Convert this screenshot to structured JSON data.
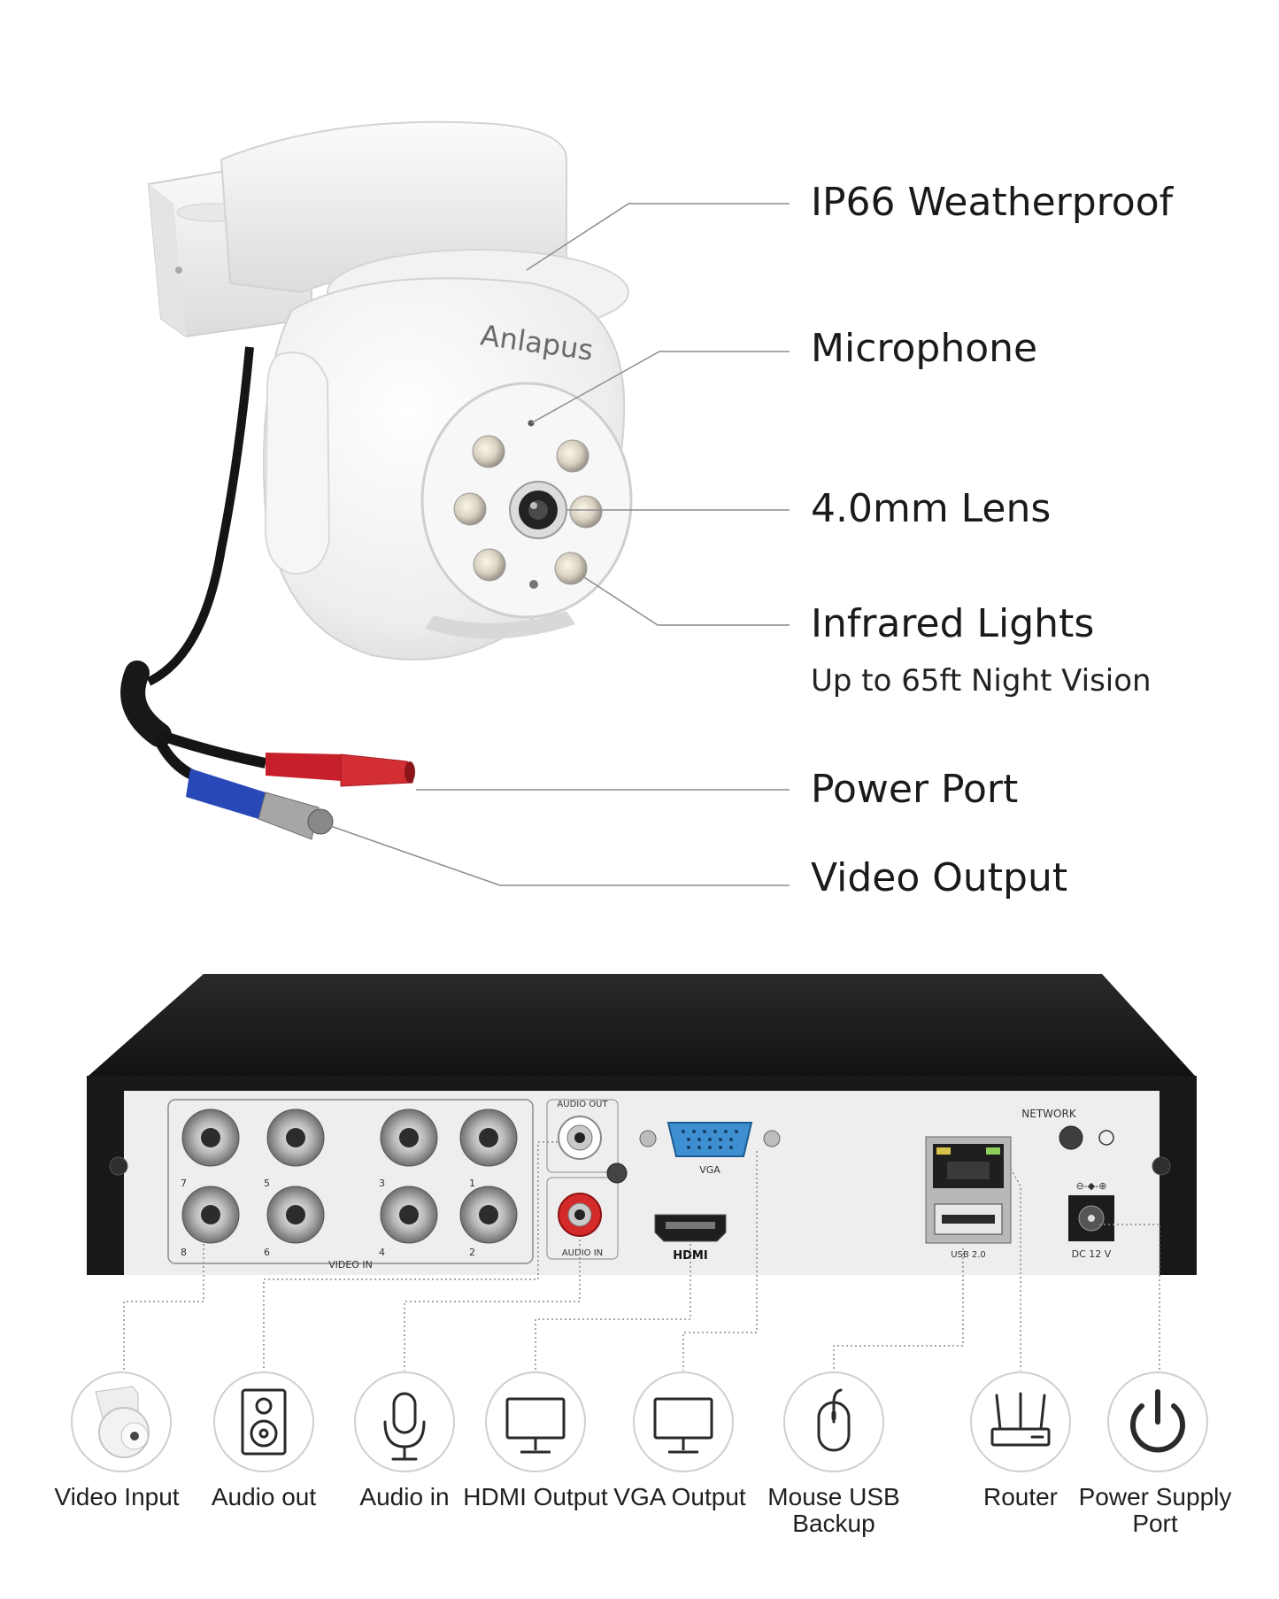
{
  "camera": {
    "brand": "Anlapus",
    "callouts": [
      {
        "label": "IP66 Weatherproof"
      },
      {
        "label": "Microphone"
      },
      {
        "label": "4.0mm Lens"
      },
      {
        "label": "Infrared Lights",
        "sublabel": "Up to 65ft Night Vision"
      },
      {
        "label": "Power Port"
      },
      {
        "label": "Video Output"
      }
    ]
  },
  "dvr": {
    "panel_labels": {
      "audio_out": "AUDIO OUT",
      "audio_in": "AUDIO IN",
      "vga": "VGA",
      "hdmi": "HDMI",
      "network": "NETWORK",
      "usb": "USB 2.0",
      "dc": "DC 12 V",
      "video_in": "VIDEO IN",
      "channels": [
        "7",
        "5",
        "3",
        "1",
        "8",
        "6",
        "4",
        "2"
      ]
    },
    "ports": [
      {
        "label": "Video Input",
        "icon": "camera-icon"
      },
      {
        "label": "Audio out",
        "icon": "speaker-icon"
      },
      {
        "label": "Audio in",
        "icon": "microphone-icon"
      },
      {
        "label": "HDMI Output",
        "icon": "monitor-icon"
      },
      {
        "label": "VGA Output",
        "icon": "monitor-icon"
      },
      {
        "label": "Mouse USB\nBackup",
        "icon": "mouse-icon"
      },
      {
        "label": "Router",
        "icon": "router-icon"
      },
      {
        "label": "Power Supply\nPort",
        "icon": "power-icon"
      }
    ]
  },
  "colors": {
    "text": "#1a1a1a",
    "leader_line": "#8c8c8c",
    "dvr_body": "#1b1b1b",
    "panel": "#eeeeee",
    "vga_port": "#3d8fd1",
    "audio_red": "#d42a2a",
    "cable_red": "#c8202a",
    "cable_blue": "#2848b8"
  }
}
